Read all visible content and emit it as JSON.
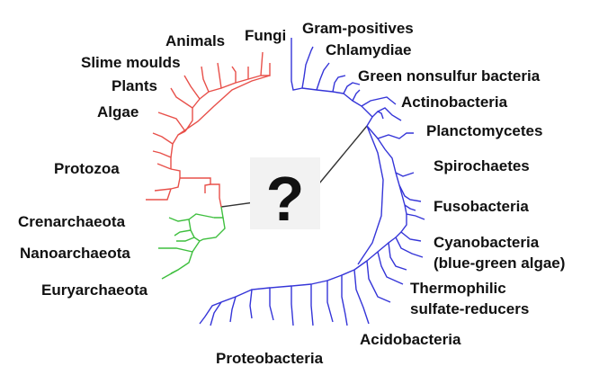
{
  "center_symbol": "?",
  "domains": {
    "eukaryota": {
      "color": "#e8504a",
      "groups": [
        "Fungi",
        "Animals",
        "Slime moulds",
        "Plants",
        "Algae",
        "Protozoa"
      ]
    },
    "archaea": {
      "color": "#3fbf3f",
      "groups": [
        "Crenarchaeota",
        "Nanoarchaeota",
        "Euryarchaeota"
      ]
    },
    "bacteria": {
      "color": "#3535d8",
      "groups": [
        "Gram-positives",
        "Chlamydiae",
        "Green nonsulfur bacteria",
        "Actinobacteria",
        "Planctomycetes",
        "Spirochaetes",
        "Fusobacteria",
        "Cyanobacteria",
        "(blue-green algae)",
        "Thermophilic",
        "sulfate-reducers",
        "Acidobacteria",
        "Proteobacteria"
      ]
    }
  },
  "root_line_color": "#333333",
  "question_box_color": "#f2f2f2"
}
